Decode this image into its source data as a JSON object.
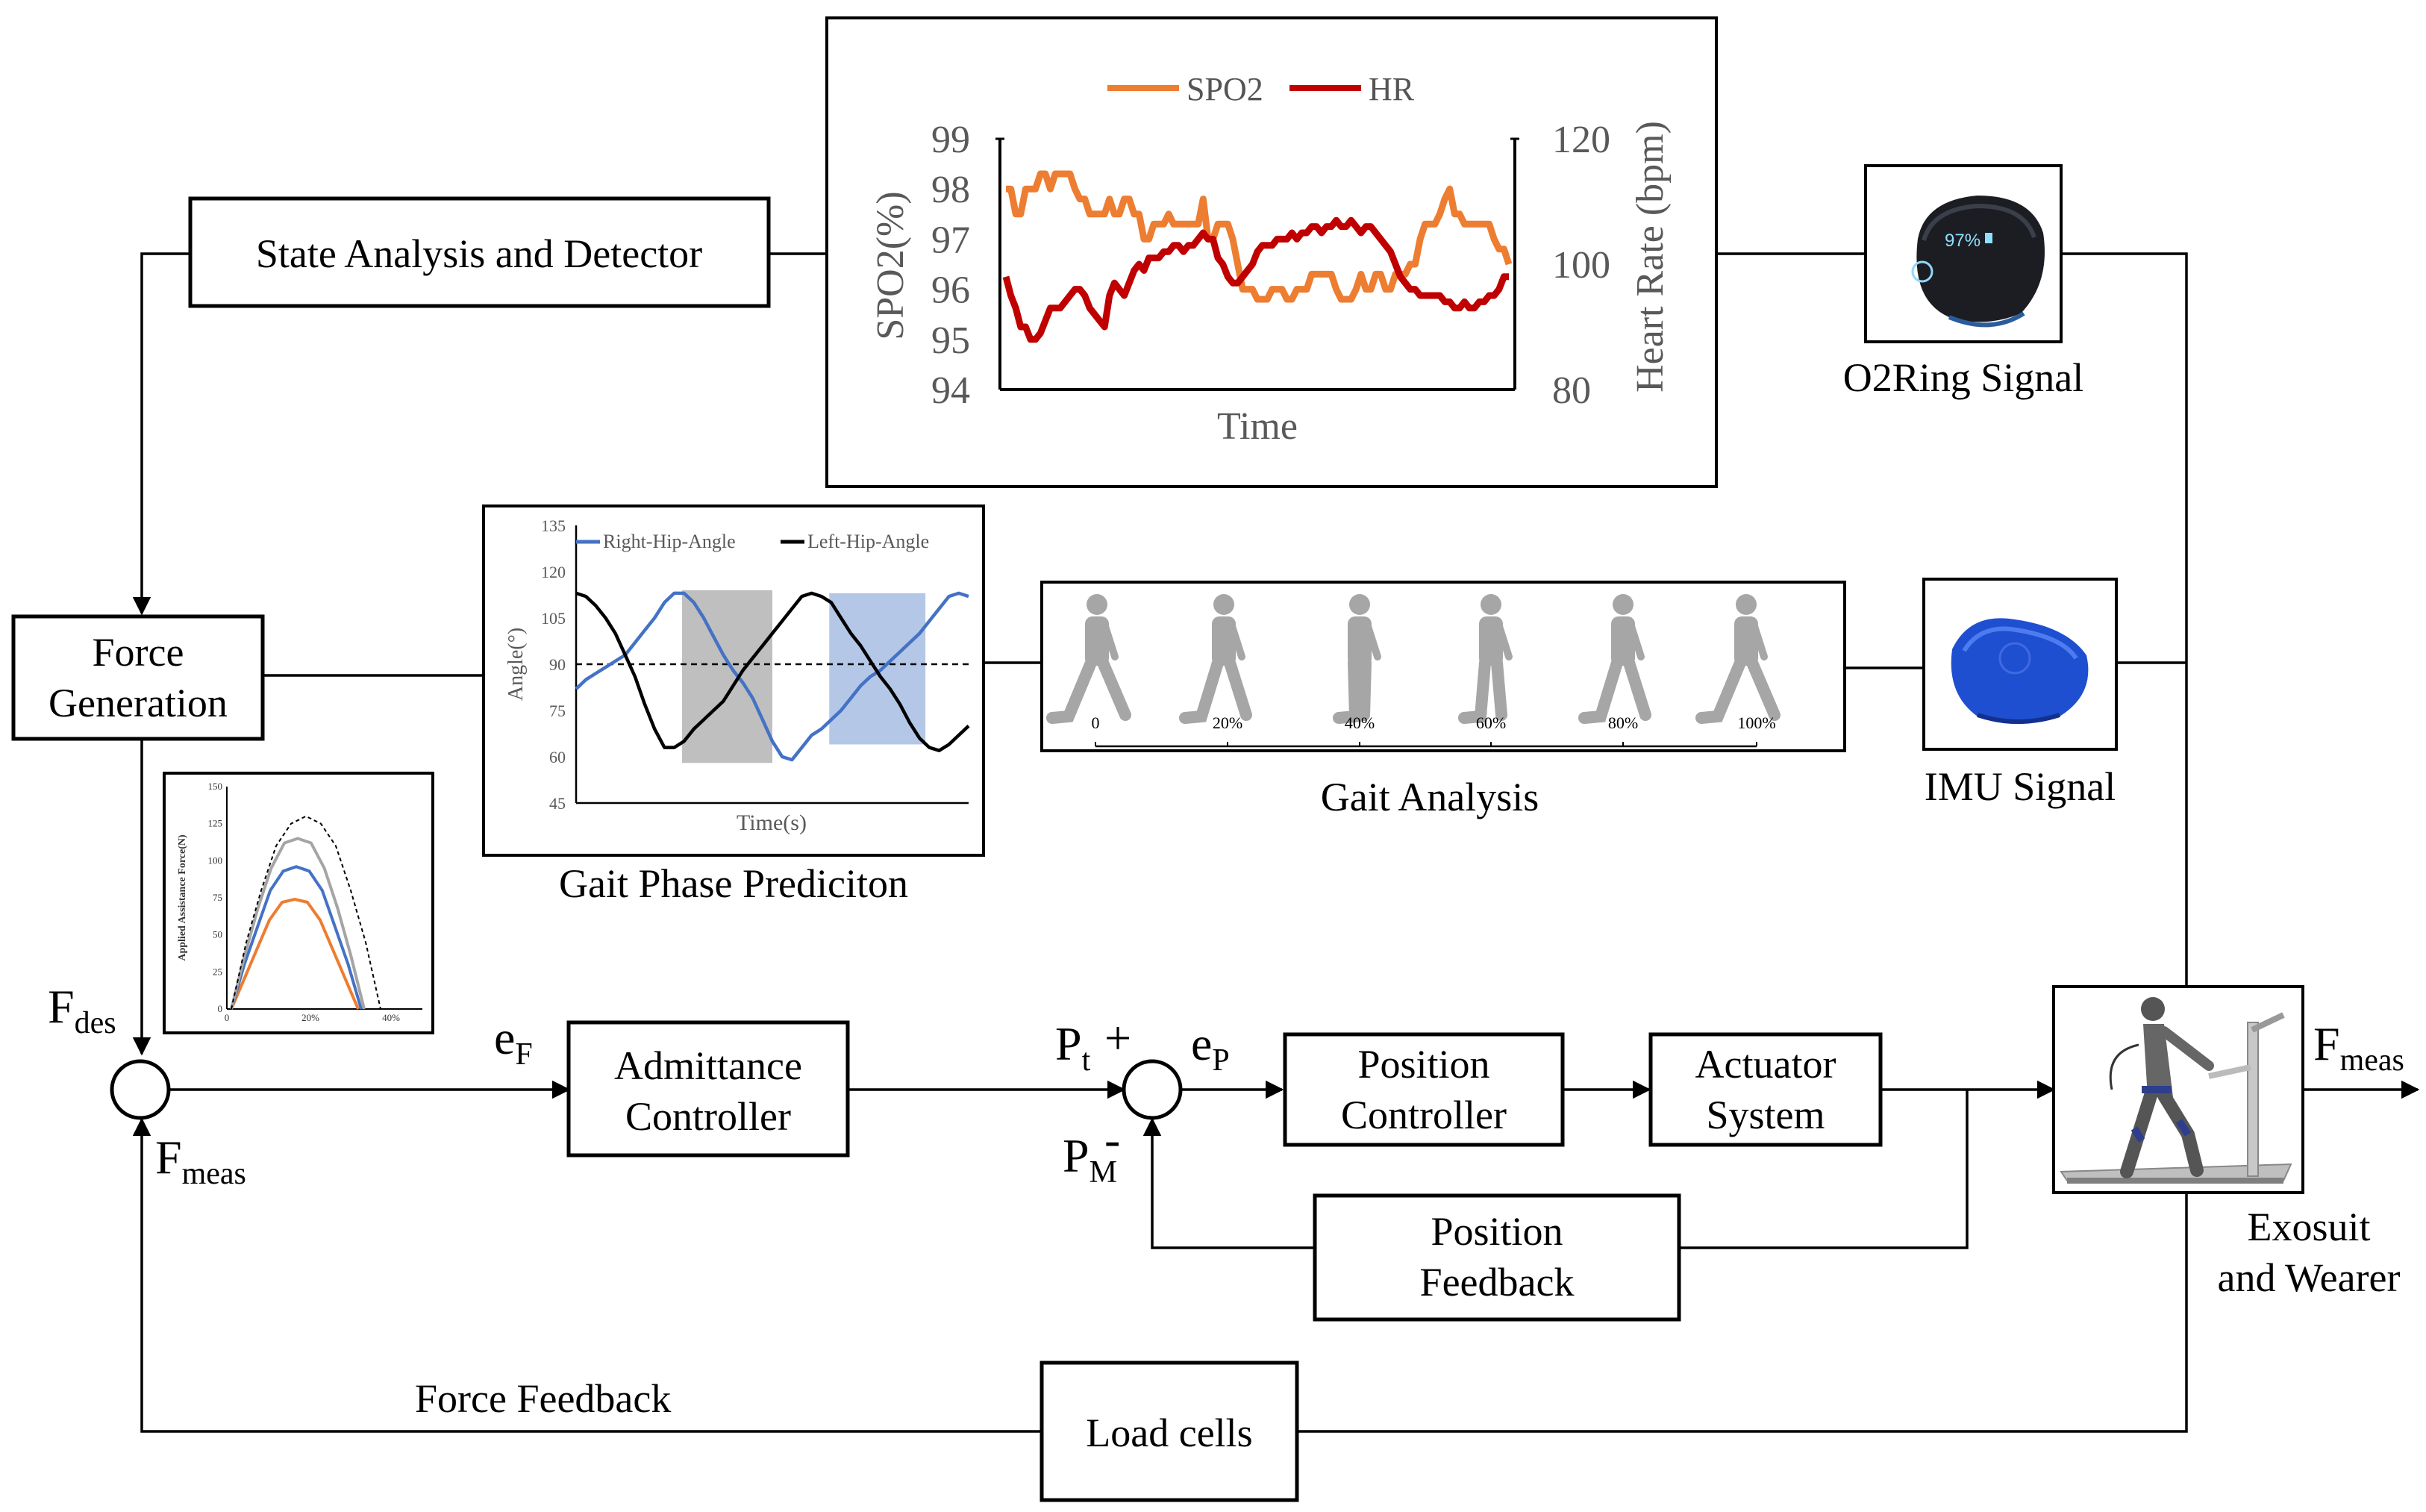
{
  "colors": {
    "spo2": "#ED7D31",
    "hr": "#C00000",
    "right_hip": "#4472C4",
    "left_hip": "#000000",
    "gray_region": "#BFBFBF",
    "blue_region": "#B4C7E7",
    "force_gray": "#A5A5A5",
    "force_blue": "#4472C4",
    "force_orange": "#ED7D31"
  },
  "blocks": {
    "state_analysis": "State Analysis and Detector",
    "force_generation_1": "Force",
    "force_generation_2": "Generation",
    "admittance_1": "Admittance",
    "admittance_2": "Controller",
    "position_controller_1": "Position",
    "position_controller_2": "Controller",
    "actuator_1": "Actuator",
    "actuator_2": "System",
    "position_feedback_1": "Position",
    "position_feedback_2": "Feedback",
    "load_cells": "Load cells"
  },
  "captions": {
    "o2ring": "O2Ring Signal",
    "imu": "IMU Signal",
    "gait_analysis": "Gait Analysis",
    "gait_phase": "Gait Phase Prediciton",
    "exosuit_1": "Exosuit",
    "exosuit_2": "and Wearer",
    "force_feedback": "Force Feedback"
  },
  "signals": {
    "F": "F",
    "des": "des",
    "meas": "meas",
    "e": "e",
    "F_sub": "F",
    "P": "P",
    "t": "t",
    "M": "M",
    "P_sub": "P",
    "plus": "+",
    "minus": "-"
  },
  "o2ring_readout": "97%",
  "gait_percent_labels": [
    "0",
    "20%",
    "40%",
    "60%",
    "80%",
    "100%"
  ],
  "chart_data": [
    {
      "type": "line",
      "legend": [
        "SPO2",
        "HR"
      ],
      "xlabel": "Time",
      "ylabel": "SPO2(%)",
      "y2label": "Heart Rate (bpm)",
      "ylim": [
        94,
        99
      ],
      "y2lim": [
        80,
        120
      ],
      "yticks": [
        "99",
        "98",
        "97",
        "96",
        "95",
        "94"
      ],
      "y2ticks": [
        "120",
        "100",
        "80"
      ],
      "series": [
        {
          "name": "SPO2",
          "axis": "left",
          "values": [
            98,
            98,
            97.5,
            97.5,
            98,
            98,
            98,
            98.3,
            98.3,
            98,
            98.3,
            98.3,
            98.3,
            98.3,
            98,
            97.8,
            97.8,
            97.5,
            97.5,
            97.5,
            97.5,
            97.8,
            97.5,
            97.5,
            97.8,
            97.8,
            97.5,
            97.5,
            97,
            97,
            97.3,
            97.3,
            97.3,
            97.5,
            97.3,
            97.3,
            97.3,
            97.3,
            97.3,
            97.3,
            97.8,
            97,
            97,
            97.3,
            97.3,
            97.3,
            97,
            96.5,
            96,
            96,
            96,
            95.8,
            95.8,
            95.8,
            96,
            96,
            96,
            95.8,
            95.8,
            96,
            96,
            96,
            96.3,
            96.3,
            96.3,
            96.3,
            96.3,
            96,
            95.8,
            95.8,
            95.8,
            96,
            96.3,
            96,
            96,
            96.3,
            96.3,
            96,
            96,
            96.3,
            96.3,
            96.3,
            96.5,
            96.5,
            97,
            97.3,
            97.3,
            97.3,
            97.5,
            97.8,
            98,
            97.5,
            97.5,
            97.3,
            97.3,
            97.3,
            97.3,
            97.3,
            97.3,
            97,
            96.8,
            96.8,
            96.5
          ]
        },
        {
          "name": "HR",
          "axis": "right",
          "values": [
            98,
            95,
            93,
            90,
            90,
            88,
            88,
            89,
            91,
            93,
            93,
            93,
            94,
            95,
            96,
            96,
            95,
            93,
            92,
            91,
            90,
            95,
            97,
            96,
            95,
            97,
            99,
            100,
            99,
            101,
            101,
            101,
            102,
            102,
            103,
            103,
            102,
            103,
            103,
            104,
            105,
            104,
            104,
            101,
            100,
            98,
            97,
            97,
            98,
            99,
            100,
            102,
            103,
            103,
            103,
            104,
            104,
            104,
            105,
            104,
            105,
            105,
            106,
            106,
            105,
            106,
            106,
            107,
            106,
            106,
            107,
            106,
            105,
            106,
            106,
            105,
            104,
            103,
            102,
            100,
            98,
            97,
            96,
            96,
            95,
            95,
            95,
            95,
            95,
            94,
            94,
            93,
            93,
            94,
            93,
            93,
            94,
            94,
            95,
            95,
            96,
            98,
            98
          ]
        }
      ]
    },
    {
      "type": "line",
      "legend": [
        "Right-Hip-Angle",
        "Left-Hip-Angle"
      ],
      "xlabel": "Time(s)",
      "ylabel": "Angle(°)",
      "ylim": [
        45,
        135
      ],
      "yticks": [
        "135",
        "120",
        "105",
        "90",
        "75",
        "60",
        "45"
      ],
      "reference_line": 90,
      "series": [
        {
          "name": "Right-Hip-Angle",
          "values": [
            82,
            85,
            87,
            89,
            91,
            93,
            97,
            101,
            105,
            110,
            113,
            113,
            110,
            105,
            99,
            93,
            88,
            84,
            79,
            72,
            65,
            60,
            59,
            63,
            67,
            69,
            72,
            75,
            79,
            83,
            86,
            88,
            91,
            94,
            97,
            100,
            104,
            108,
            112,
            113,
            112
          ]
        },
        {
          "name": "Left-Hip-Angle",
          "values": [
            113,
            112,
            109,
            105,
            100,
            93,
            86,
            77,
            69,
            63,
            63,
            65,
            69,
            72,
            75,
            78,
            83,
            88,
            92,
            96,
            100,
            104,
            108,
            112,
            113,
            112,
            110,
            105,
            100,
            96,
            91,
            86,
            82,
            77,
            71,
            66,
            63,
            62,
            64,
            67,
            70
          ]
        }
      ]
    },
    {
      "type": "line",
      "ylabel": "Applied Assistance Force(N)",
      "ylim": [
        0,
        150
      ],
      "yticks": [
        "150",
        "125",
        "100",
        "75",
        "50",
        "25",
        "0"
      ],
      "xticks": [
        "0",
        "20%",
        "40%"
      ],
      "series": [
        {
          "values": [
            0,
            20,
            40,
            60,
            72,
            74,
            72,
            60,
            40,
            20,
            0
          ]
        },
        {
          "values": [
            0,
            30,
            55,
            80,
            93,
            96,
            93,
            80,
            55,
            30,
            0
          ]
        },
        {
          "values": [
            0,
            36,
            68,
            95,
            112,
            115,
            112,
            95,
            68,
            36,
            0
          ]
        },
        {
          "values": [
            0,
            45,
            80,
            110,
            125,
            130,
            125,
            110,
            80,
            45,
            0
          ]
        }
      ]
    }
  ]
}
